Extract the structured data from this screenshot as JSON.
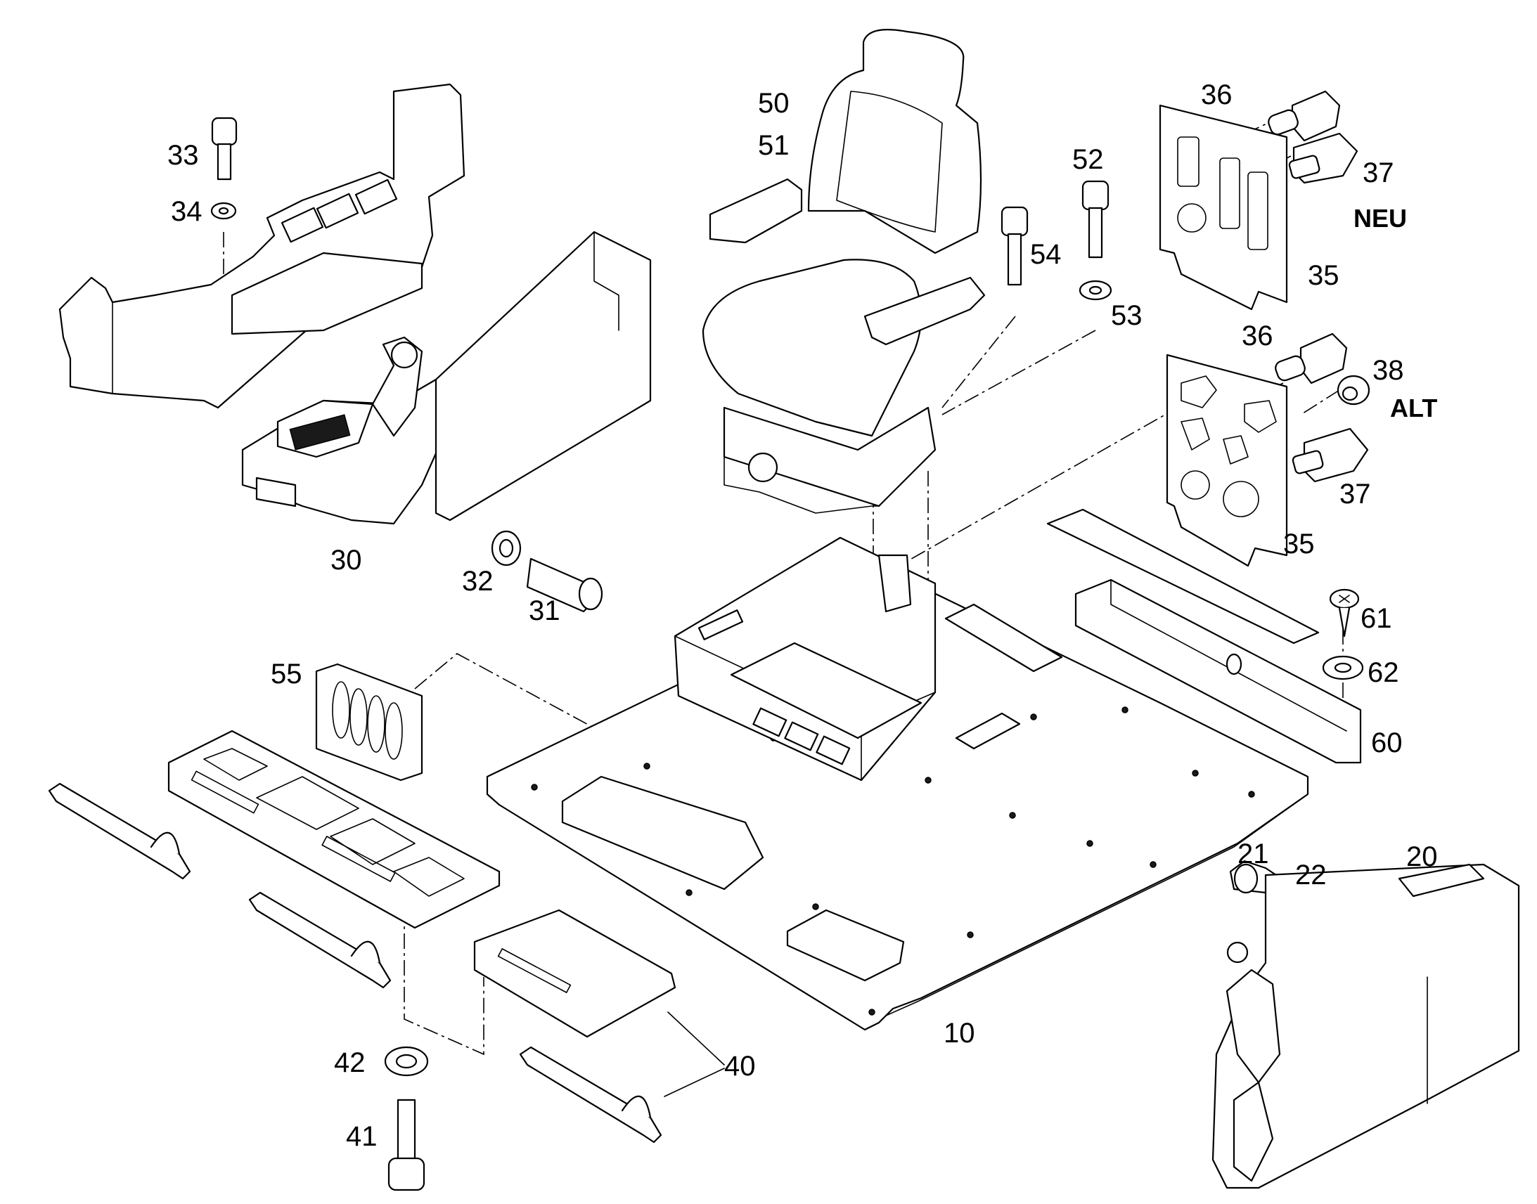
{
  "diagram": {
    "callouts": {
      "c10": "10",
      "c20": "20",
      "c21": "21",
      "c22": "22",
      "c30": "30",
      "c31": "31",
      "c32": "32",
      "c33": "33",
      "c34": "34",
      "c35a": "35",
      "c35b": "35",
      "c36a": "36",
      "c36b": "36",
      "c37a": "37",
      "c37b": "37",
      "c38": "38",
      "c40": "40",
      "c41": "41",
      "c42": "42",
      "c50": "50",
      "c51": "51",
      "c52": "52",
      "c53": "53",
      "c54": "54",
      "c55": "55",
      "c60": "60",
      "c61": "61",
      "c62": "62"
    },
    "variant_new": "NEU",
    "variant_old": "ALT"
  }
}
